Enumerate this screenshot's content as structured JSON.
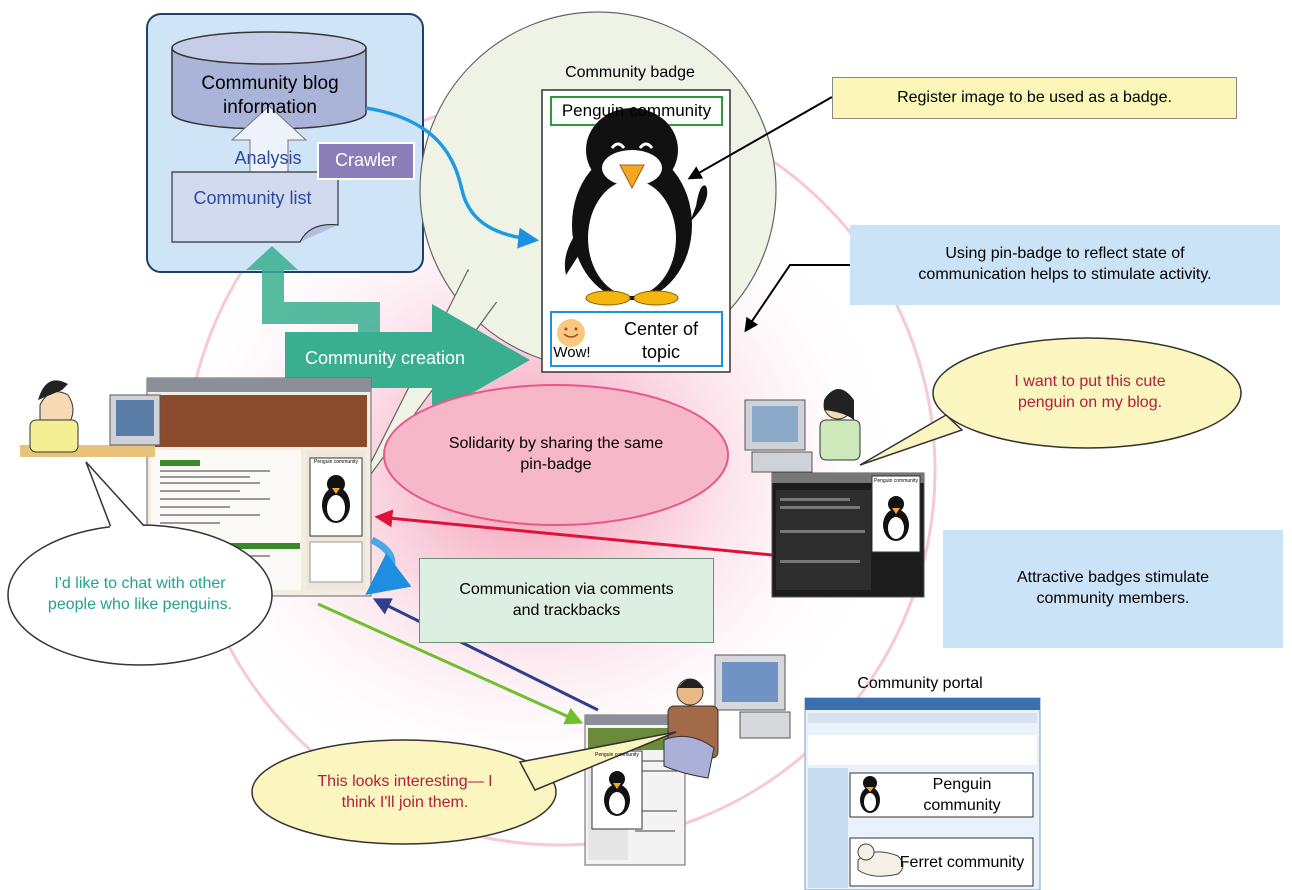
{
  "database": {
    "title": "Community blog information",
    "analysis": "Analysis",
    "crawler": "Crawler",
    "list": "Community list"
  },
  "badge": {
    "heading": "Community badge",
    "name": "Penguin community",
    "wow": "Wow!",
    "status": "Center of topic"
  },
  "arrow_label": "Community creation",
  "callouts": {
    "register": "Register image to be used as a badge.",
    "pin_state": "Using pin-badge to reflect state of communication helps to stimulate activity.",
    "attractive": "Attractive badges stimulate community members."
  },
  "solidarity": "Solidarity by sharing the same pin-badge",
  "communication": "Communication via comments and trackbacks",
  "speech": {
    "left": "I'd like to chat with other people who like penguins.",
    "right": "I want to put this cute penguin on my blog.",
    "bottom": "This looks interesting— I think I'll join them."
  },
  "mini_badge": "Penguin community",
  "portal": {
    "title": "Community portal",
    "items": [
      "Penguin community",
      "Ferret community"
    ]
  },
  "colors": {
    "db_panel": "#cfe5f7",
    "cylinder": "#a9b4d8",
    "crawler": "#8b7db8",
    "create_arrow": "#3aaf8f",
    "callout_yellow": "#fcf6b9",
    "callout_blue": "#cbe3f6",
    "solidarity_fill": "#f6b8c8",
    "speech_yellow": "#fbf6c0"
  }
}
